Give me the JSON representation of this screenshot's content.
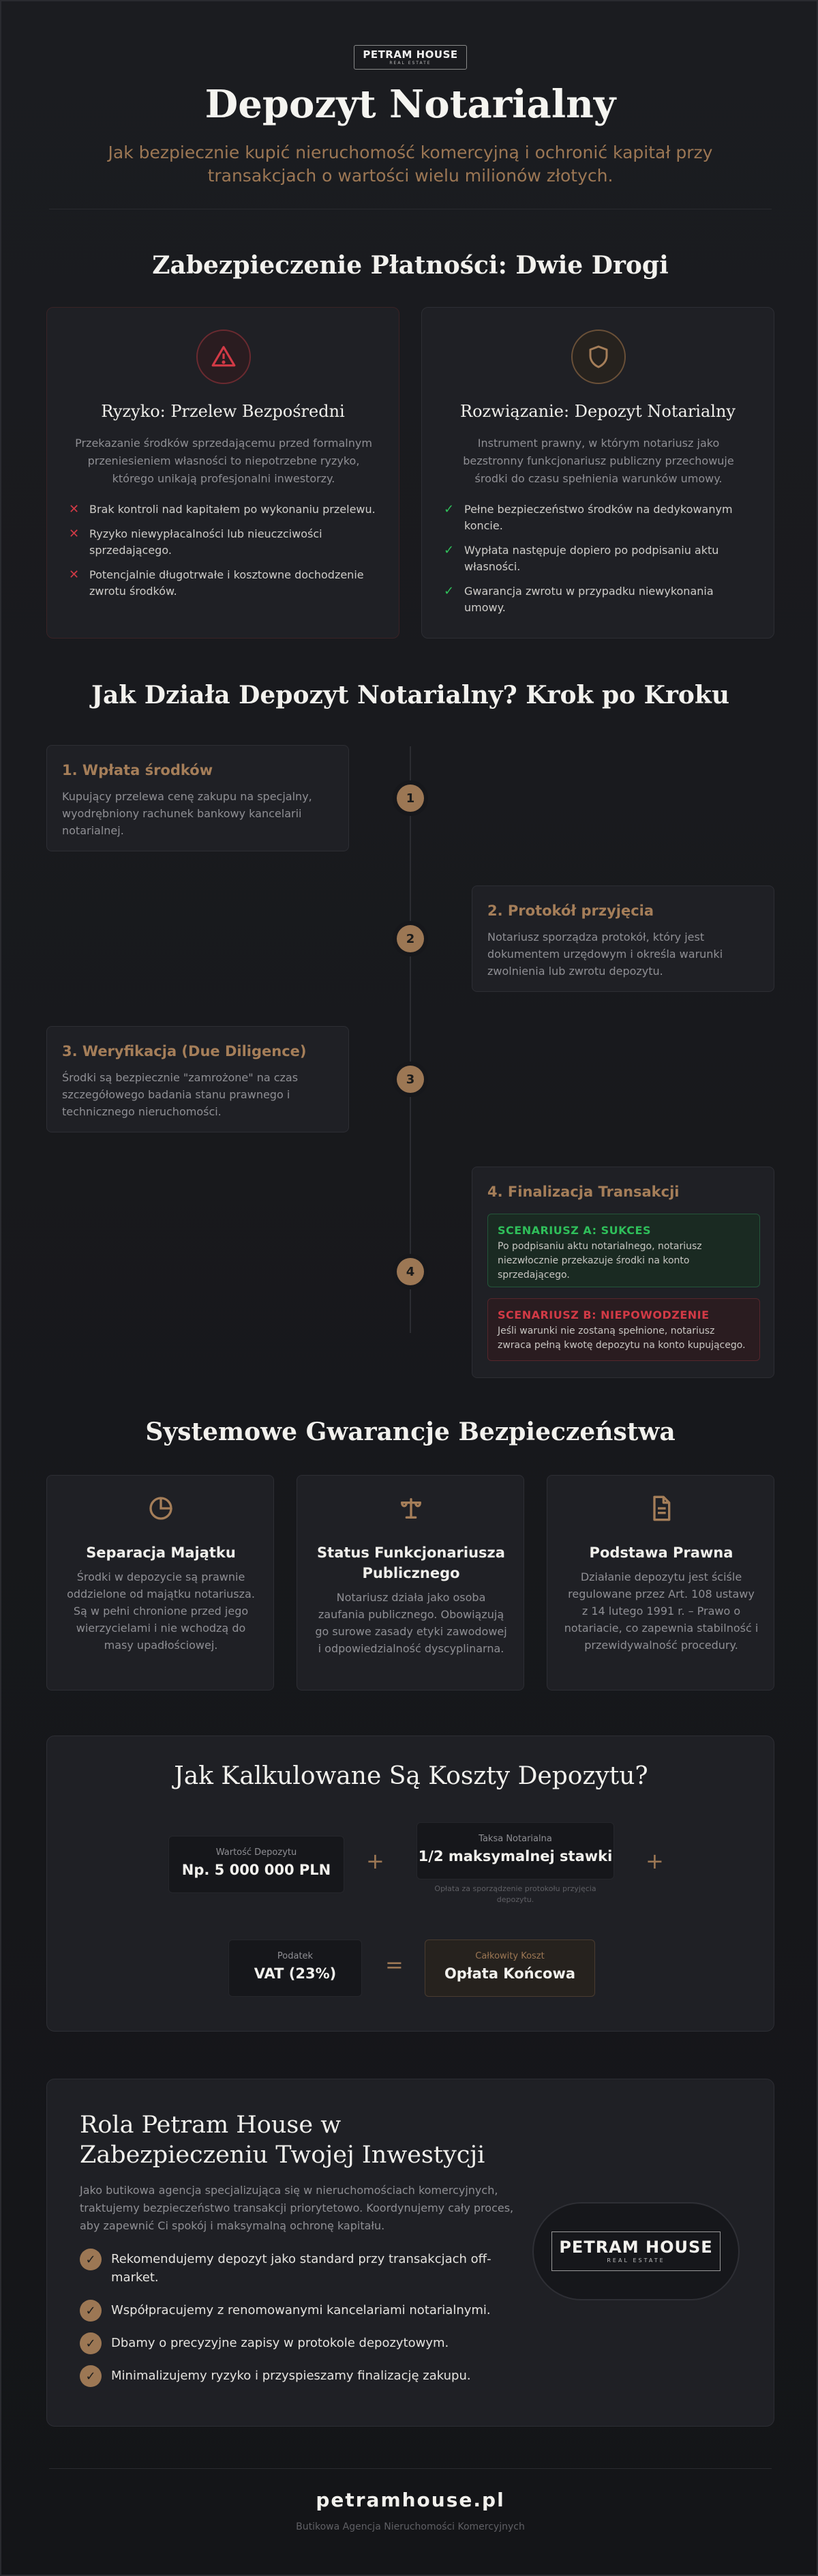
{
  "brand": {
    "logo_main": "PETRAM HOUSE",
    "logo_sub": "REAL ESTATE"
  },
  "hero": {
    "title": "Depozyt Notarialny",
    "subtitle": "Jak bezpiecznie kupić nieruchomość komercyjną i ochronić kapitał przy transakcjach o wartości wielu milionów złotych."
  },
  "paths": {
    "title": "Zabezpieczenie Płatności: Dwie Drogi",
    "risk": {
      "icon": "warning-triangle-icon",
      "heading": "Ryzyko: Przelew Bezpośredni",
      "desc": "Przekazanie środków sprzedającemu przed formalnym przeniesieniem własności to niepotrzebne ryzyko, którego unikają profesjonalni inwestorzy.",
      "items": [
        "Brak kontroli nad kapitałem po wykonaniu przelewu.",
        "Ryzyko niewypłacalności lub nieuczciwości sprzedającego.",
        "Potencjalnie długotrwałe i kosztowne dochodzenie zwrotu środków."
      ]
    },
    "solution": {
      "icon": "shield-icon",
      "heading": "Rozwiązanie: Depozyt Notarialny",
      "desc": "Instrument prawny, w którym notariusz jako bezstronny funkcjonariusz publiczny przechowuje środki do czasu spełnienia warunków umowy.",
      "items": [
        "Pełne bezpieczeństwo środków na dedykowanym koncie.",
        "Wypłata następuje dopiero po podpisaniu aktu własności.",
        "Gwarancja zwrotu w przypadku niewykonania umowy."
      ]
    }
  },
  "steps": {
    "title": "Jak Działa Depozyt Notarialny? Krok po Kroku",
    "items": [
      {
        "num": "1",
        "title": "1. Wpłata środków",
        "text": "Kupujący przelewa cenę zakupu na specjalny, wyodrębniony rachunek bankowy kancelarii notarialnej."
      },
      {
        "num": "2",
        "title": "2. Protokół przyjęcia",
        "text": "Notariusz sporządza protokół, który jest dokumentem urzędowym i określa warunki zwolnienia lub zwrotu depozytu."
      },
      {
        "num": "3",
        "title": "3. Weryfikacja (Due Diligence)",
        "text": "Środki są bezpiecznie \"zamrożone\" na czas szczegółowego badania stanu prawnego i technicznego nieruchomości."
      },
      {
        "num": "4",
        "title": "4. Finalizacja Transakcji",
        "text": ""
      }
    ],
    "scenario_a": {
      "title": "SCENARIUSZ A: SUKCES",
      "text": "Po podpisaniu aktu notarialnego, notariusz niezwłocznie przekazuje środki na konto sprzedającego."
    },
    "scenario_b": {
      "title": "SCENARIUSZ B: NIEPOWODZENIE",
      "text": "Jeśli warunki nie zostaną spełnione, notariusz zwraca pełną kwotę depozytu na konto kupującego."
    }
  },
  "guarantees": {
    "title": "Systemowe Gwarancje Bezpieczeństwa",
    "items": [
      {
        "icon": "pie-chart-icon",
        "title": "Separacja Majątku",
        "text": "Środki w depozycie są prawnie oddzielone od majątku notariusza. Są w pełni chronione przed jego wierzycielami i nie wchodzą do masy upadłościowej."
      },
      {
        "icon": "scales-icon",
        "title": "Status Funkcjonariusza Publicznego",
        "text": "Notariusz działa jako osoba zaufania publicznego. Obowiązują go surowe zasady etyki zawodowej i odpowiedzialność dyscyplinarna."
      },
      {
        "icon": "document-icon",
        "title": "Podstawa Prawna",
        "text": "Działanie depozytu jest ściśle regulowane przez Art. 108 ustawy z 14 lutego 1991 r. – Prawo o notariacie, co zapewnia stabilność i przewidywalność procedury."
      }
    ]
  },
  "costs": {
    "title": "Jak Kalkulowane Są Koszty Depozytu?",
    "deposit": {
      "label": "Wartość Depozytu",
      "value": "Np. 5 000 000 PLN"
    },
    "fee": {
      "label": "Taksa Notarialna",
      "value": "1/2 maksymalnej stawki",
      "note": "Opłata za sporządzenie protokołu przyjęcia depozytu."
    },
    "tax": {
      "label": "Podatek",
      "value": "VAT (23%)"
    },
    "total": {
      "label": "Całkowity Koszt",
      "value": "Opłata Końcowa"
    },
    "op_plus": "+",
    "op_equals": "="
  },
  "role": {
    "title": "Rola Petram House w Zabezpieczeniu Twojej Inwestycji",
    "desc": "Jako butikowa agencja specjalizująca się w nieruchomościach komercyjnych, traktujemy bezpieczeństwo transakcji priorytetowo. Koordynujemy cały proces, aby zapewnić Ci spokój i maksymalną ochronę kapitału.",
    "items": [
      "Rekomendujemy depozyt jako standard przy transakcjach off-market.",
      "Współpracujemy z renomowanymi kancelariami notarialnymi.",
      "Dbamy o precyzyjne zapisy w protokole depozytowym.",
      "Minimalizujemy ryzyko i przyspieszamy finalizację zakupu."
    ]
  },
  "footer": {
    "site": "petramhouse.pl",
    "sub": "Butikowa Agencja Nieruchomości Komercyjnych"
  },
  "colors": {
    "accent": "#9c7754",
    "danger": "#c8323e",
    "success": "#2fbf5a",
    "background": "#16171b"
  }
}
